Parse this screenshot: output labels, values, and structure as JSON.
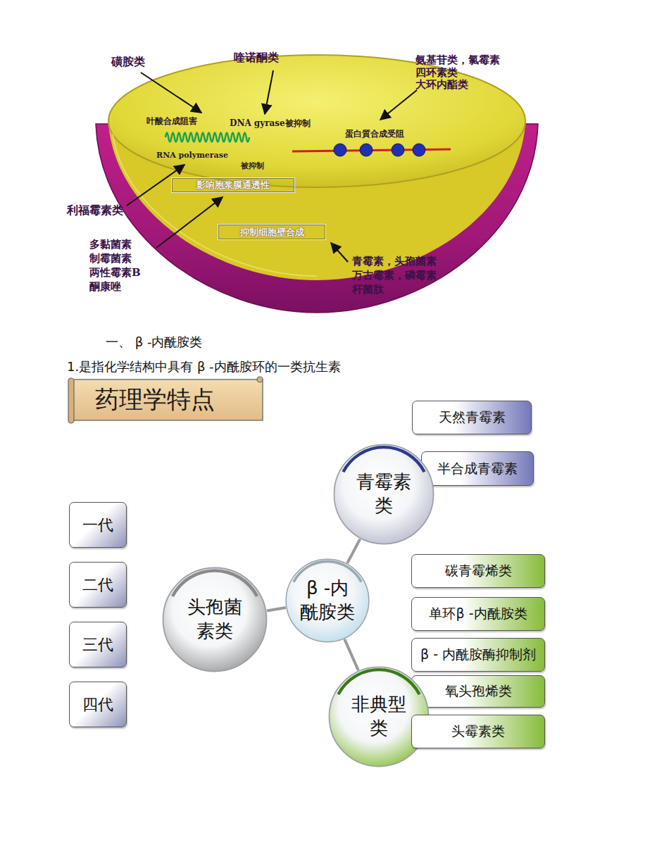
{
  "diagram": {
    "nodes": [
      {
        "text": [
          "影响胞浆膜通透性"
        ]
      },
      {
        "text": [
          "抑制细胞壁合成"
        ]
      },
      {
        "text": [
          "药理学特点"
        ]
      },
      {
        "text": [
          "天然青霉素"
        ]
      },
      {
        "text": [
          "半合成青霉素"
        ]
      },
      {
        "text": [
          "青霉素类"
        ]
      },
      {
        "text": [
          "一代"
        ]
      },
      {
        "text": [
          "二代"
        ]
      },
      {
        "text": [
          "三代"
        ]
      },
      {
        "text": [
          "四代"
        ]
      },
      {
        "text": [
          "头孢菌素类"
        ]
      },
      {
        "text": [
          "β -内酰胺类"
        ]
      },
      {
        "text": [
          "碳青霉烯类"
        ]
      },
      {
        "text": [
          "单环β -内酰胺类"
        ]
      },
      {
        "text": [
          "β - 内酰胺酶抑制剂"
        ]
      },
      {
        "text": [
          "氧头孢烯类"
        ]
      },
      {
        "text": [
          "非典型类"
        ]
      },
      {
        "text": [
          "头霉素类"
        ]
      }
    ],
    "edges": [
      {
        "from": 11,
        "to": 5,
        "arrow": "none"
      },
      {
        "from": 11,
        "to": 10,
        "arrow": "none"
      },
      {
        "from": 11,
        "to": 16,
        "arrow": "none"
      }
    ],
    "labels": [
      "磺胺类",
      "喹诺酮类",
      "氨基苷类，氯霉素",
      "四环素类",
      "大环内酯类",
      "叶酸合成阻害",
      "DNA gyrase被抑制",
      "蛋白質合成受阻",
      "RNA polymerase",
      "被抑制",
      "利福霉素类",
      "多黏菌素",
      "制霉菌素",
      "两性霉素B",
      "酮康唑",
      "青霉素，头孢菌素",
      "万古霉素，磷霉素",
      "杆菌肽",
      "一、 β -内酰胺类",
      "1.是指化学结构中具有 β -内酰胺环的一类抗生素"
    ]
  }
}
